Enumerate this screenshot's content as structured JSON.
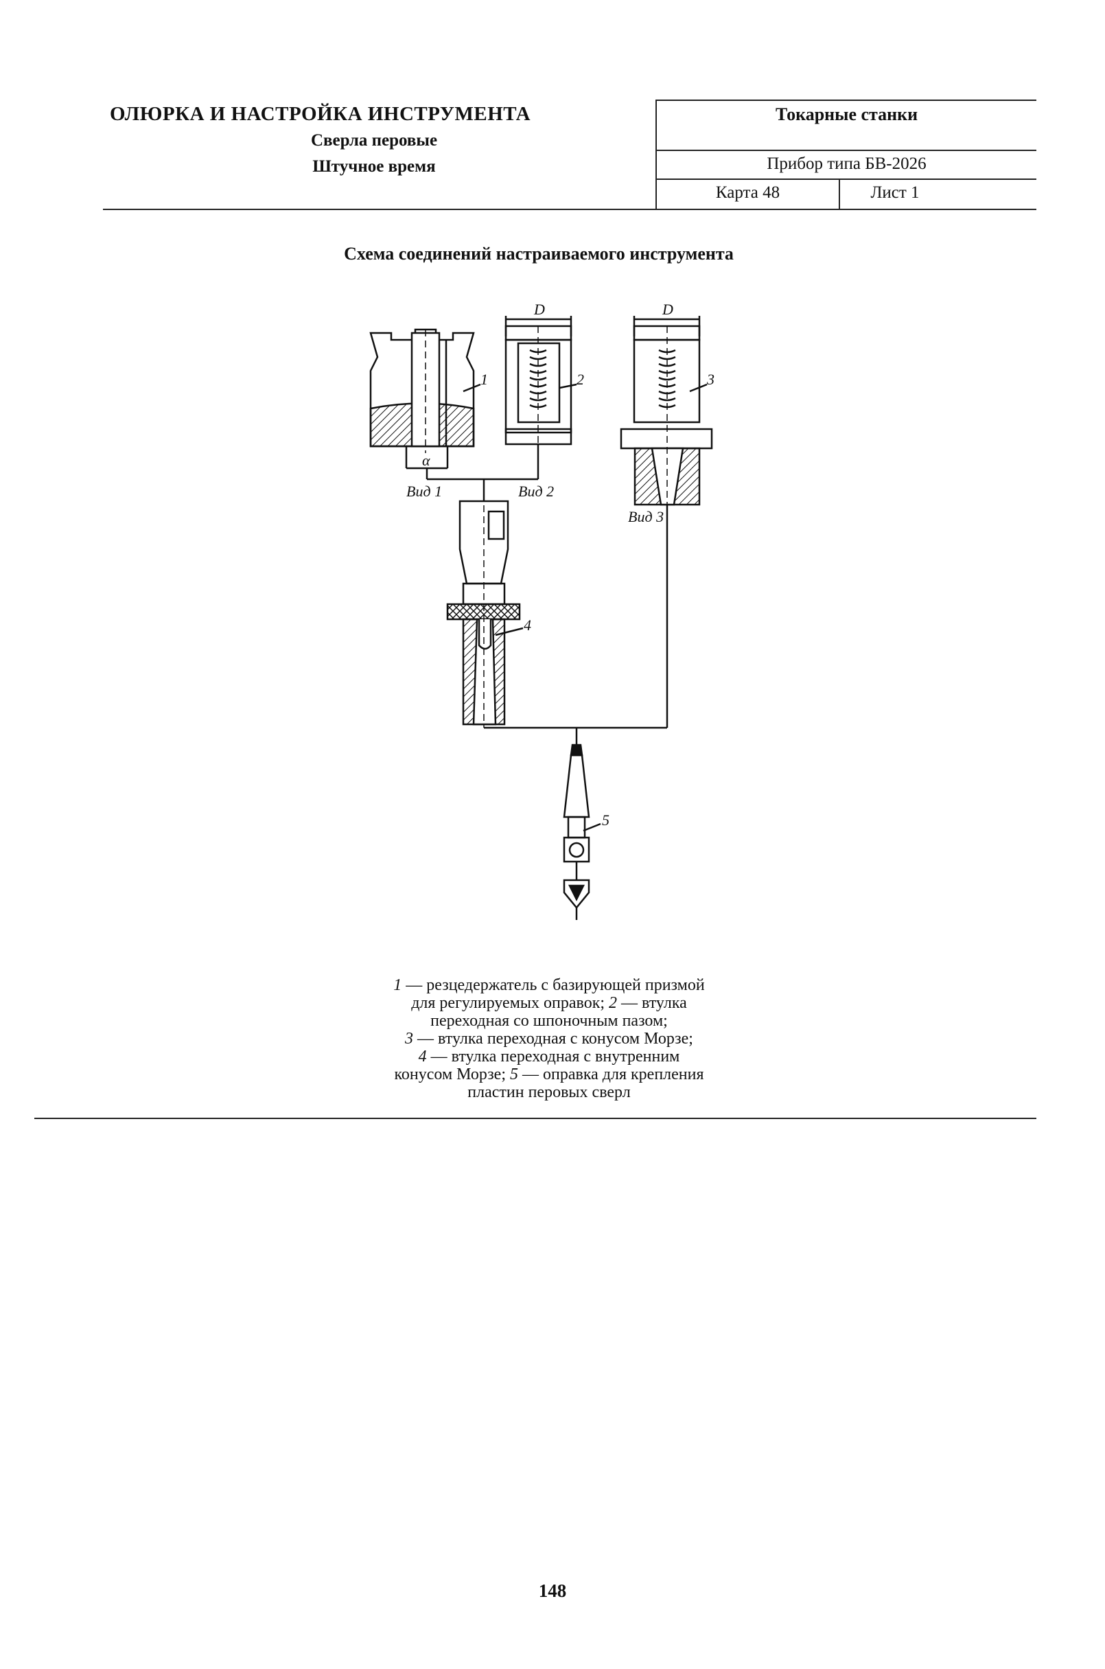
{
  "header": {
    "title": "ОЛЮРКА И НАСТРОЙКА ИНСТРУМЕНТА",
    "subtitle": "Сверла перовые",
    "time_label": "Штучное время",
    "machine_type": "Токарные станки",
    "device": "Прибор типа БВ-2026",
    "card": "Карта 48",
    "sheet": "Лист 1"
  },
  "schema_title": "Схема соединений настраиваемого инструмента",
  "diagram": {
    "dim_d": "D",
    "alpha": "α",
    "view1": "Вид 1",
    "view2": "Вид 2",
    "view3": "Вид 3",
    "callouts": [
      "1",
      "2",
      "3",
      "4",
      "5"
    ]
  },
  "legend": [
    {
      "num": "1",
      "text": " — резцедержатель с базирующей призмой"
    },
    {
      "num": "",
      "text": "для регулируемых оправок; "
    },
    {
      "num": "2",
      "text": " — втулка"
    },
    {
      "num": "",
      "text": "переходная со шпоночным пазом;"
    },
    {
      "num": "3",
      "text": " — втулка переходная с конусом Морзе;"
    },
    {
      "num": "4",
      "text": " — втулка переходная с внутренним"
    },
    {
      "num": "",
      "text": "конусом Морзе; "
    },
    {
      "num": "5",
      "text": " — оправка для крепления"
    },
    {
      "num": "",
      "text": "пластин перовых сверл"
    }
  ],
  "page_number": "148"
}
